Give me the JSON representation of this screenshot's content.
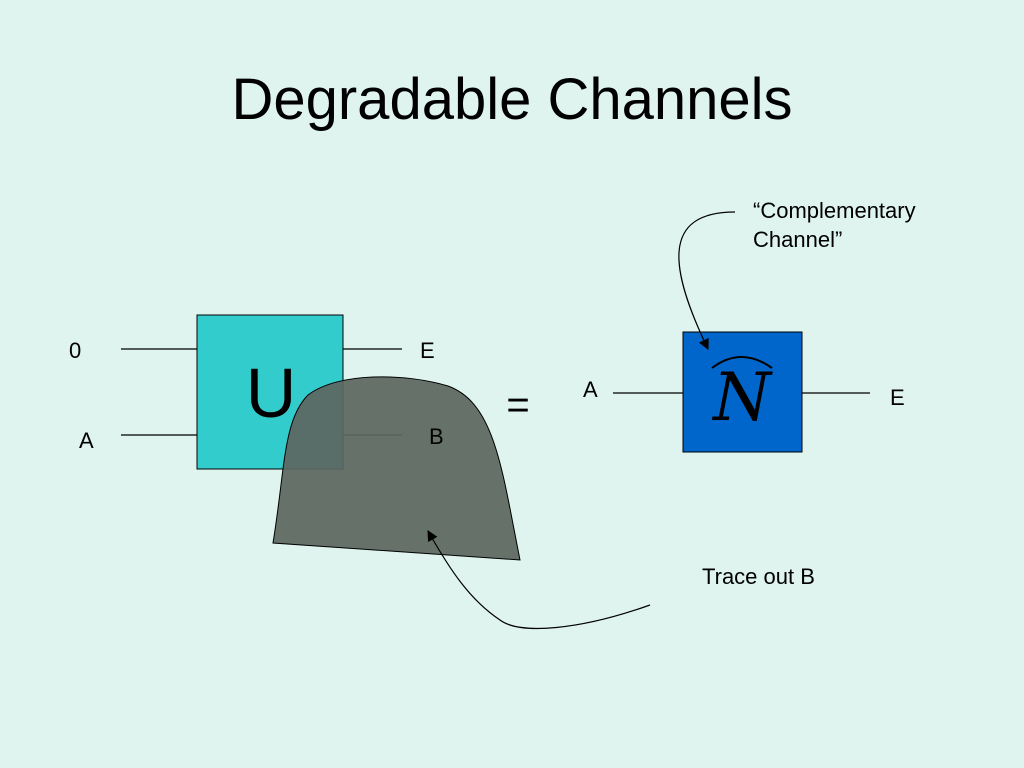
{
  "slide": {
    "background": "#dff4ef",
    "title": "Degradable Channels"
  },
  "left_circuit": {
    "gate_label": "U",
    "gate_color": "#33cccc",
    "input_top": "0",
    "input_bottom": "A",
    "output_top": "E",
    "output_bottom": "B",
    "trace_region_color": "#5d6660"
  },
  "equals_sign": "=",
  "right_circuit": {
    "gate_symbol": "N",
    "gate_color": "#0066cc",
    "input": "A",
    "output": "E"
  },
  "annotations": {
    "complementary_line1": "“Complementary",
    "complementary_line2": "Channel”",
    "trace_out": "Trace out B"
  }
}
